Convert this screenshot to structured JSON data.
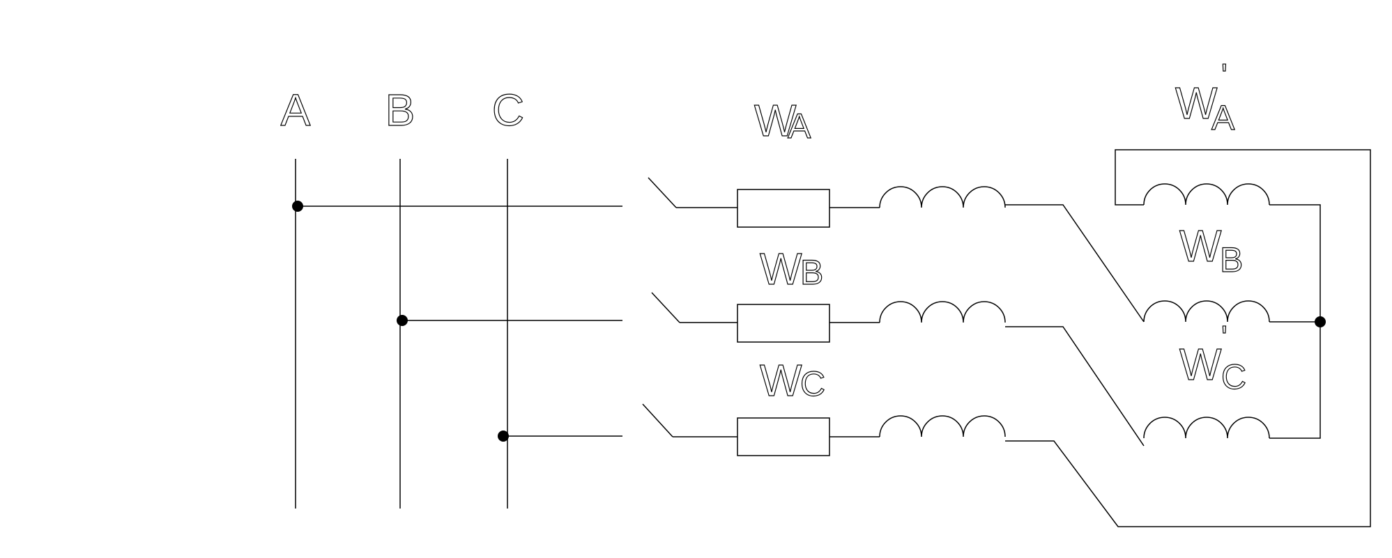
{
  "buses": {
    "a_label": "A",
    "b_label": "B",
    "c_label": "C"
  },
  "primary_windings": {
    "a": {
      "label_main": "W",
      "label_sub": "A"
    },
    "b": {
      "label_main": "W",
      "label_sub": "B"
    },
    "c": {
      "label_main": "W",
      "label_sub": "C"
    }
  },
  "secondary_windings": {
    "a": {
      "label_main": "W",
      "label_sub": "A",
      "prime": "'"
    },
    "b": {
      "label_main": "W",
      "label_sub": "B"
    },
    "c": {
      "label_main": "W",
      "label_sub": "C",
      "prime": "'"
    }
  },
  "colors": {
    "line": "#000000",
    "background": "#ffffff"
  }
}
